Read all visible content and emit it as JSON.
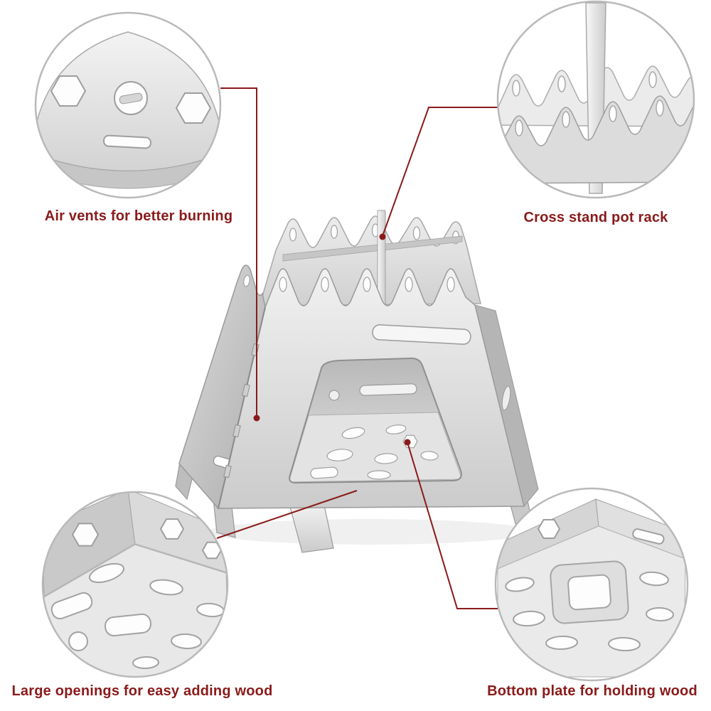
{
  "colors": {
    "accent": "#8a1a1a"
  },
  "callouts": {
    "air_vents": {
      "label": "Air vents for better burning"
    },
    "pot_rack": {
      "label": "Cross stand pot rack"
    },
    "wood_openings": {
      "label": "Large openings for easy adding wood"
    },
    "bottom_plate": {
      "label": "Bottom plate for holding wood"
    }
  }
}
